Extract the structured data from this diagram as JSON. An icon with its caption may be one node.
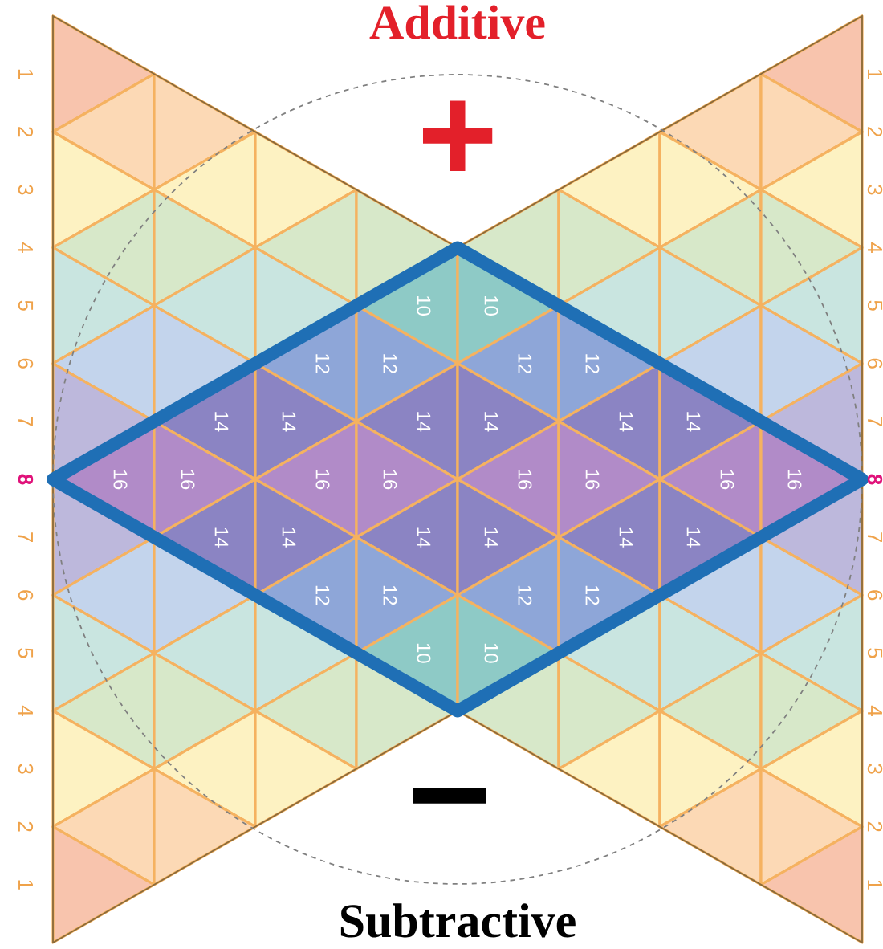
{
  "diagram": {
    "labels": [
      "Additive",
      "+",
      "1",
      "2",
      "3",
      "4",
      "5",
      "6",
      "7",
      "8",
      "7",
      "6",
      "5",
      "4",
      "3",
      "2",
      "1",
      "1",
      "2",
      "3",
      "4",
      "5",
      "6",
      "7",
      "8",
      "7",
      "6",
      "5",
      "4",
      "3",
      "2",
      "1",
      "10",
      "10",
      "12",
      "12",
      "12",
      "12",
      "14",
      "14",
      "14",
      "14",
      "14",
      "14",
      "16",
      "16",
      "16",
      "16",
      "16",
      "16",
      "16",
      "16",
      "14",
      "14",
      "14",
      "14",
      "14",
      "14",
      "12",
      "12",
      "12",
      "12",
      "10",
      "10",
      "−",
      "Subtractive"
    ]
  }
}
